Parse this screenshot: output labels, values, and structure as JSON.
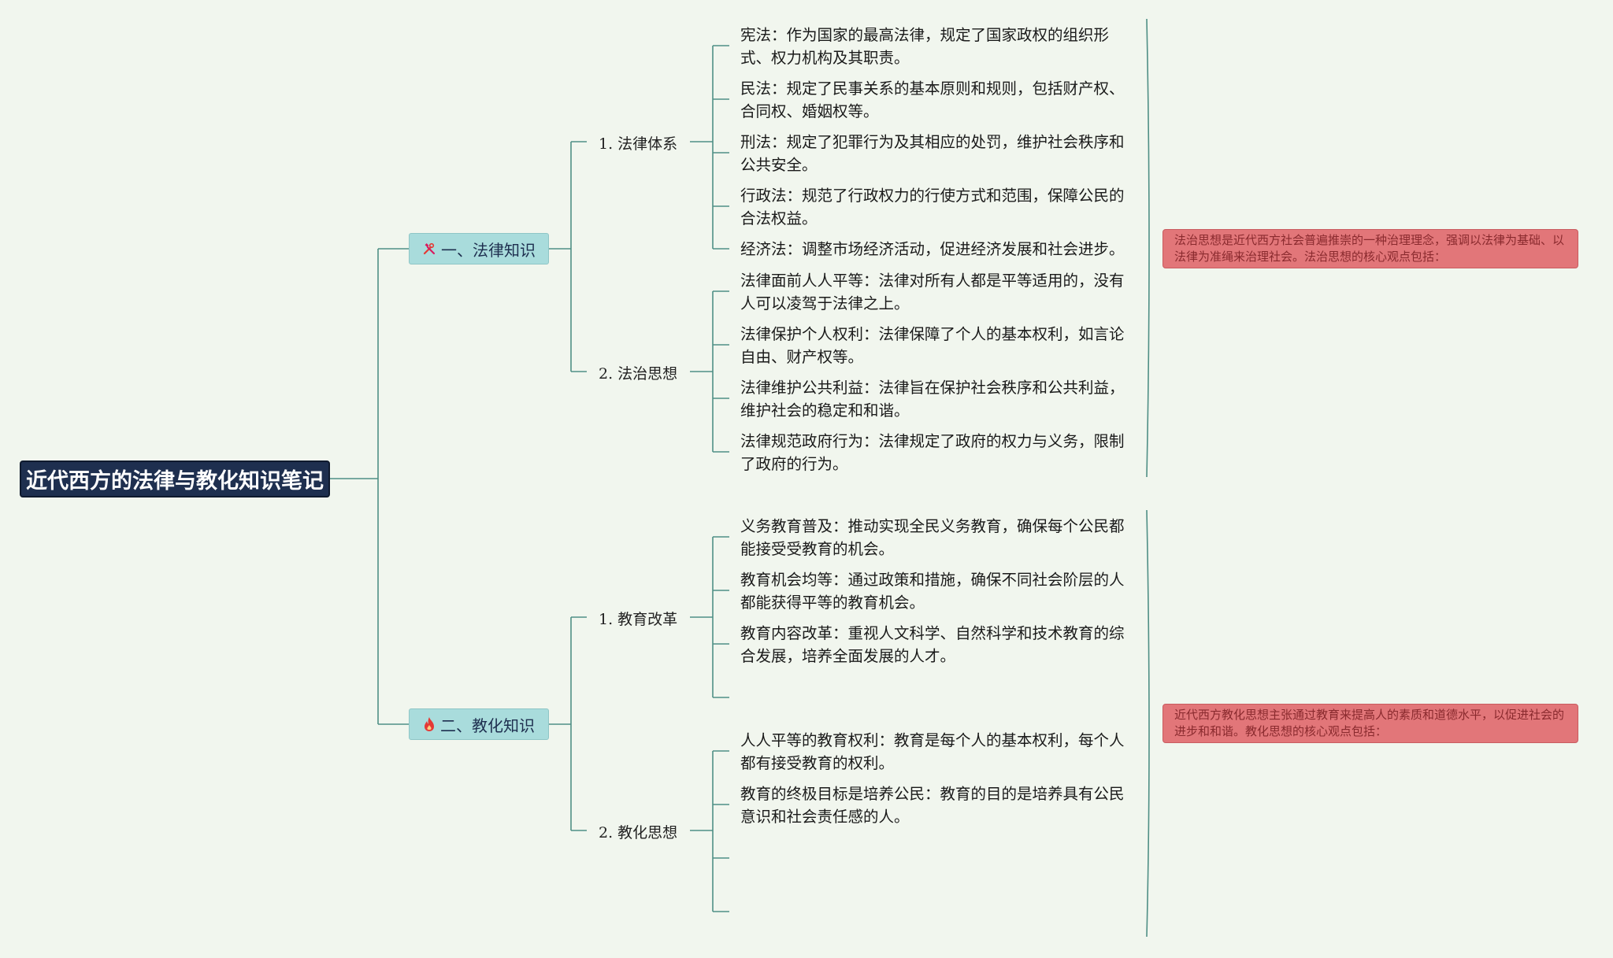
{
  "root": {
    "title": "近代西方的法律与教化知识笔记"
  },
  "branches": [
    {
      "label": "一、法律知识",
      "icon": "tools-icon",
      "note": "法治思想是近代西方社会普遍推崇的一种治理理念，强调以法律为基础、以法律为准绳来治理社会。法治思想的核心观点包括：",
      "subs": [
        {
          "label": "1. 法律体系",
          "leaves": [
            "宪法：作为国家的最高法律，规定了国家政权的组织形式、权力机构及其职责。",
            "民法：规定了民事关系的基本原则和规则，包括财产权、合同权、婚姻权等。",
            "刑法：规定了犯罪行为及其相应的处罚，维护社会秩序和公共安全。",
            "行政法：规范了行政权力的行使方式和范围，保障公民的合法权益。",
            "经济法：调整市场经济活动，促进经济发展和社会进步。"
          ]
        },
        {
          "label": "2. 法治思想",
          "leaves": [
            "法律面前人人平等：法律对所有人都是平等适用的，没有人可以凌驾于法律之上。",
            "法律保护个人权利：法律保障了个人的基本权利，如言论自由、财产权等。",
            "法律维护公共利益：法律旨在保护社会秩序和公共利益，维护社会的稳定和和谐。",
            "法律规范政府行为：法律规定了政府的权力与义务，限制了政府的行为。"
          ]
        }
      ]
    },
    {
      "label": "二、教化知识",
      "icon": "fire-icon",
      "note": "近代西方教化思想主张通过教育来提高人的素质和道德水平，以促进社会的进步和和谐。教化思想的核心观点包括：",
      "subs": [
        {
          "label": "1. 教育改革",
          "leaves": [
            "义务教育普及：推动实现全民义务教育，确保每个公民都能接受受教育的机会。",
            "教育机会均等：通过政策和措施，确保不同社会阶层的人都能获得平等的教育机会。",
            "教育内容改革：重视人文科学、自然科学和技术教育的综合发展，培养全面发展的人才。",
            ""
          ]
        },
        {
          "label": "2. 教化思想",
          "leaves": [
            "人人平等的教育权利：教育是每个人的基本权利，每个人都有接受教育的权利。",
            "教育的终极目标是培养公民：教育的目的是培养具有公民意识和社会责任感的人。",
            "",
            ""
          ]
        }
      ]
    }
  ],
  "colors": {
    "background": "#f1f6ee",
    "root_fill": "#1e2f4f",
    "main_fill": "#a9dcdc",
    "connector": "#4f8f85",
    "note_fill": "#e27679",
    "icon_red": "#e53935"
  }
}
